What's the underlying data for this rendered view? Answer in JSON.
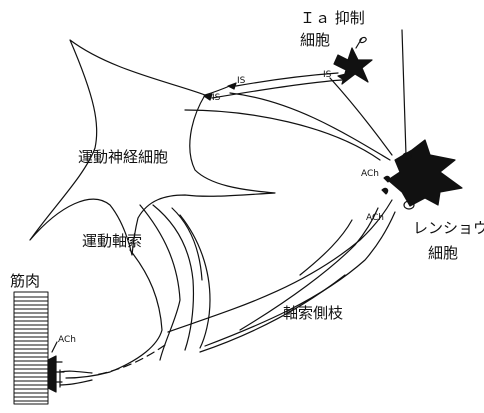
{
  "labels": {
    "ia_line1": "Ｉａ 抑制",
    "ia_line2": "細胞",
    "motor_neuron": "運動神経細胞",
    "motor_axon": "運動軸索",
    "muscle": "筋肉",
    "renshaw_line1": "レンショウ",
    "renshaw_line2": "細胞",
    "axon_collateral": "軸索側枝",
    "ach_muscle": "ACh",
    "ach_upper": "ACh",
    "ach_lower": "ACh",
    "is_1": "IS",
    "is_2": "IS",
    "is_3": "IS"
  },
  "colors": {
    "ink": "#111111",
    "background": "#ffffff"
  }
}
